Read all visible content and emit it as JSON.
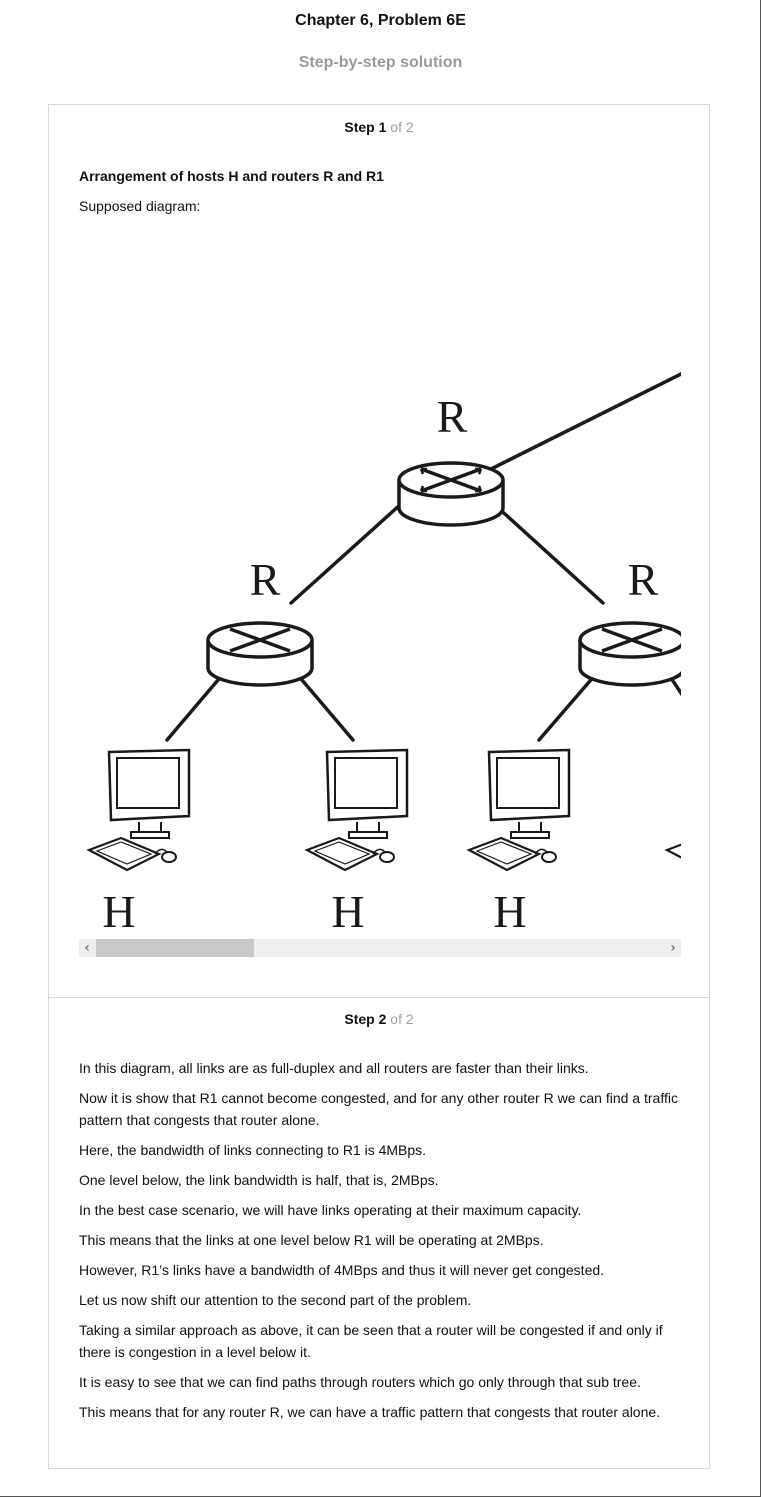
{
  "header": {
    "title": "Chapter 6, Problem 6E",
    "subtitle": "Step-by-step solution"
  },
  "step1": {
    "label": "Step",
    "number": "1",
    "of_text": "of 2",
    "heading": "Arrangement of hosts H and routers R and R1",
    "caption": "Supposed diagram:",
    "diagram": {
      "top_router_label": "R",
      "left_router_label": "R",
      "right_router_label": "R",
      "host_labels": [
        "H",
        "H",
        "H"
      ],
      "router-icon": "router-icon",
      "host-icon": "computer-icon"
    },
    "scrollbar": {
      "left_arrow": "‹",
      "right_arrow": "›"
    }
  },
  "step2": {
    "label": "Step",
    "number": "2",
    "of_text": "of 2",
    "paragraphs": [
      "In this diagram, all links are as full-duplex and all routers are faster than their links.",
      "Now it is show that R1 cannot become congested, and for any other router R we can find a traffic pattern that congests that router alone.",
      "Here, the bandwidth of links connecting to R1 is 4MBps.",
      "One level below, the link bandwidth is half, that is, 2MBps.",
      "In the best case scenario, we will have links operating at their maximum capacity.",
      "This means that the links at one level below R1 will be operating at 2MBps.",
      "However, R1’s links have a bandwidth of 4MBps and thus it will never get congested.",
      "Let us now shift our attention to the second part of the problem.",
      "Taking a similar approach as above, it can be seen that a router will be congested if and only if there is congestion in a level below it.",
      "It is easy to see that we can find paths through routers which go only through that sub tree.",
      "This means that for any router R, we can have a traffic pattern that congests that router alone."
    ]
  }
}
